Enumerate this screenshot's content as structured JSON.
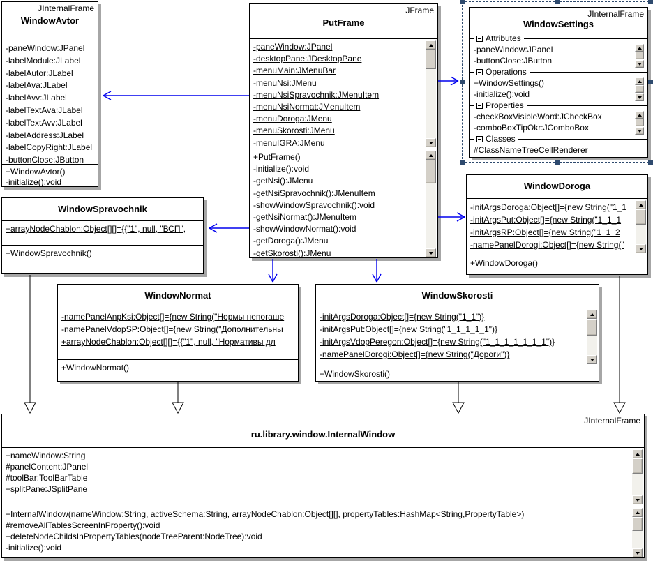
{
  "colors": {
    "dep": "#0000ee",
    "shadow": "#a6a6a6",
    "sel": "#2e4a6e",
    "btn": "#d4d0c8"
  },
  "c": {
    "avtor": {
      "stereotype": "JInternalFrame",
      "name": "WindowAvtor",
      "attrs": [
        "-paneWindow:JPanel",
        "-labelModule:JLabel",
        "-labelAutor:JLabel",
        "-labelAva:JLabel",
        "-labelAvv:JLabel",
        "-labelTextAva:JLabel",
        "-labelTextAvv:JLabel",
        "-labelAddress:JLabel",
        "-labelCopyRight:JLabel",
        "-buttonClose:JButton"
      ],
      "ops": [
        "+WindowAvtor()",
        "-initialize():void"
      ]
    },
    "put": {
      "stereotype": "JFrame",
      "name": "PutFrame",
      "attrs": [
        "-paneWindow:JPanel",
        "-desktopPane:JDesktopPane",
        "-menuMain:JMenuBar",
        "-menuNsi:JMenu",
        "-menuNsiSpravochnik:JMenuItem",
        "-menuNsiNormat:JMenuItem",
        "-menuDoroga:JMenu",
        "-menuSkorosti:JMenu",
        "-menuIGRA:JMenu"
      ],
      "ops": [
        "+PutFrame()",
        "-initialize():void",
        "-getNsi():JMenu",
        "-getNsiSpravochnik():JMenuItem",
        "-showWindowSpravochnik():void",
        "-getNsiNormat():JMenuItem",
        "-showWindowNormat():void",
        "-getDoroga():JMenu",
        "-getSkorosti():JMenu"
      ]
    },
    "settings": {
      "stereotype": "JInternalFrame",
      "name": "WindowSettings",
      "sections": [
        {
          "label": "Attributes",
          "items": [
            "-paneWindow:JPanel",
            "-buttonClose:JButton"
          ]
        },
        {
          "label": "Operations",
          "items": [
            "+WindowSettings()",
            "-initialize():void"
          ]
        },
        {
          "label": "Properties",
          "items": [
            "-checkBoxVisibleWord:JCheckBox",
            "-comboBoxTipOkr:JComboBox"
          ]
        },
        {
          "label": "Classes",
          "items": [
            "#ClassNameTreeCellRenderer"
          ]
        }
      ]
    },
    "sprav": {
      "name": "WindowSpravochnik",
      "attrs": [
        "+arrayNodeChablon:Object[][]={{\"1\", null, \"ВСП\","
      ],
      "ops": [
        "+WindowSpravochnik()"
      ]
    },
    "doroga": {
      "name": "WindowDoroga",
      "attrs": [
        "-initArgsDoroga:Object[]={new String(\"1_1",
        "-initArgsPut:Object[]={new String(\"1_1_1",
        "-initArgsRP:Object[]={new String(\"1_1_2",
        "-namePanelDorogi:Object[]={new String(\""
      ],
      "ops": [
        "+WindowDoroga()"
      ]
    },
    "normat": {
      "name": "WindowNormat",
      "attrs": [
        "-namePanelAnpKsi:Object[]={new String(\"Нормы непогаше",
        "-namePanelVdopSP:Object[]={new String(\"Дополнительны",
        "+arrayNodeChablon:Object[][]={{\"1\", null, \"Нормативы дл"
      ],
      "ops": [
        "+WindowNormat()"
      ]
    },
    "skorosti": {
      "name": "WindowSkorosti",
      "attrs": [
        "-initArgsDoroga:Object[]={new String(\"1_1\")}",
        "-initArgsPut:Object[]={new String(\"1_1_1_1_1\")}",
        "-initArgsVdopPeregon:Object[]={new String(\"1_1_1_1_1_1_1\")}",
        "-namePanelDorogi:Object[]={new String(\"Дороги\")}"
      ],
      "ops": [
        "+WindowSkorosti()"
      ]
    },
    "internal": {
      "stereotype": "JInternalFrame",
      "name": "ru.library.window.InternalWindow",
      "attrs": [
        "+nameWindow:String",
        "#panelContent:JPanel",
        "#toolBar:ToolBarTable",
        "+splitPane:JSplitPane"
      ],
      "ops": [
        "+InternalWindow(nameWindow:String, activeSchema:String, arrayNodeChablon:Object[][], propertyTables:HashMap<String,PropertyTable>)",
        "#removeAllTablesScreenInProperty():void",
        "+deleteNodeChildsInPropertyTables(nodeTreeParent:NodeTree):void",
        "-initialize():void"
      ]
    }
  }
}
